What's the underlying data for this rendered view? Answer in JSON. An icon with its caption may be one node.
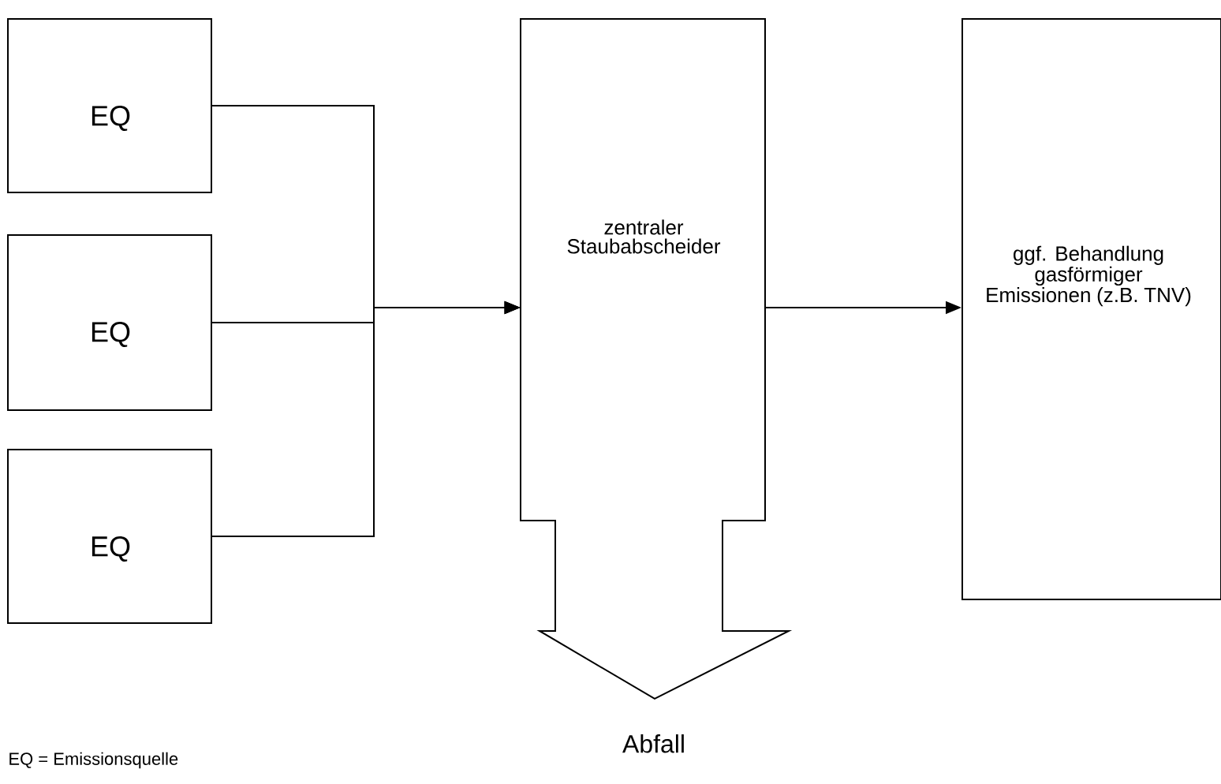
{
  "diagram": {
    "nodes": [
      {
        "text": [
          "EQ"
        ]
      },
      {
        "text": [
          "EQ"
        ]
      },
      {
        "text": [
          "EQ"
        ]
      },
      {
        "text": [
          "zentraler Staubabscheider"
        ],
        "beside": [
          "Abfall"
        ]
      },
      {
        "text": [
          "ggf. Behandlung gasförmiger Emissionen (z.B. TNV)"
        ]
      }
    ],
    "edges": [
      {
        "from": 0,
        "to": 3,
        "arrow": "to"
      },
      {
        "from": 1,
        "to": 3,
        "arrow": "to"
      },
      {
        "from": 2,
        "to": 3,
        "arrow": "to"
      },
      {
        "from": 3,
        "to": 4,
        "arrow": "to"
      }
    ],
    "labels": [
      "EQ = Emissionsquelle"
    ]
  }
}
